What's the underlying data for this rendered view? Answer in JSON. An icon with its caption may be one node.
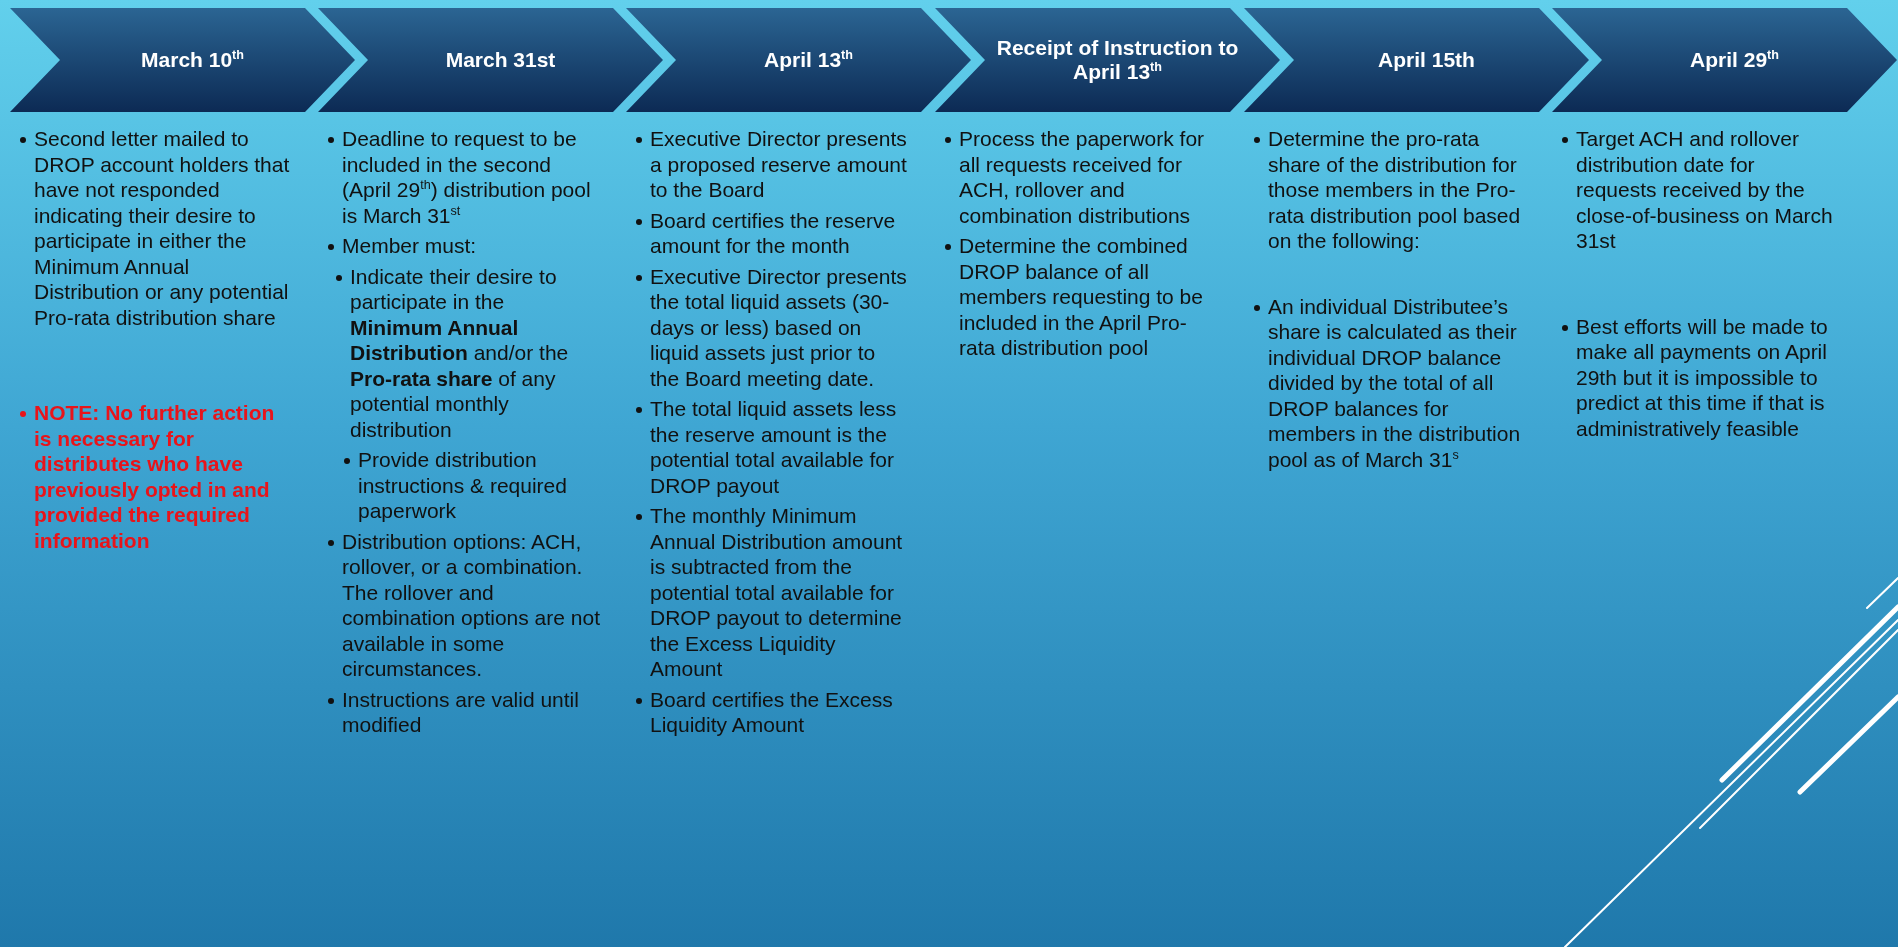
{
  "diagram": {
    "nodes": [
      {
        "text": [
          "March 10$^{th}$"
        ],
        "beside": [
          "Second letter mailed to DROP account holders that have not responded indicating their desire to participate in either the Minimum Annual Distribution or any potential Pro-rata distribution share",
          "NOTE: No further action is necessary for distributes who have previously opted in and provided the required information"
        ]
      },
      {
        "text": [
          "March 31st"
        ],
        "beside": [
          "Deadline to request to be included in the second (April 29$^{th}$) distribution pool  is March 31$^{st}$",
          "Member must:",
          "Indicate their desire to participate in the **Minimum Annual Distribution** and/or the **Pro-rata share** of any potential monthly distribution",
          "Provide distribution instructions & required paperwork",
          "Distribution options: ACH, rollover, or a combination.  The rollover and combination options are not available in some circumstances.",
          "Instructions are valid until modified"
        ]
      },
      {
        "text": [
          "April 13$^{th}$"
        ],
        "beside": [
          "Executive Director presents a proposed reserve amount to the Board",
          "Board certifies the reserve amount for the month",
          "Executive Director presents the total liquid assets (30-days or less) based on liquid assets just prior to the Board meeting date.",
          "The total liquid assets less the reserve amount is the potential total available for DROP payout",
          "The monthly Minimum Annual Distribution amount is subtracted from the potential total available for DROP payout to determine the Excess Liquidity Amount",
          "Board certifies the Excess Liquidity Amount"
        ]
      },
      {
        "text": [
          "Receipt of Instruction to April 13$^{th}$"
        ],
        "beside": [
          "Process the paperwork for all requests received for ACH, rollover and combination distributions",
          "Determine the combined DROP balance of all members requesting to be included in the April Pro-rata distribution pool"
        ]
      },
      {
        "text": [
          "April 15th"
        ],
        "beside": [
          "Determine the pro-rata share of the distribution for those members in the Pro-rata distribution pool based on the following:",
          "An individual Distributee’s share is calculated as their individual DROP balance divided by the total of all DROP balances for members in the distribution pool as of March 31$^{s}$"
        ]
      },
      {
        "text": [
          "April 29$^{th}$"
        ],
        "beside": [
          "Target ACH and rollover distribution date for requests received by the close-of-business on March 31st",
          "Best efforts will be made to make all payments on April 29th but it is impossible to predict at this time if that is administratively feasible"
        ]
      }
    ]
  }
}
